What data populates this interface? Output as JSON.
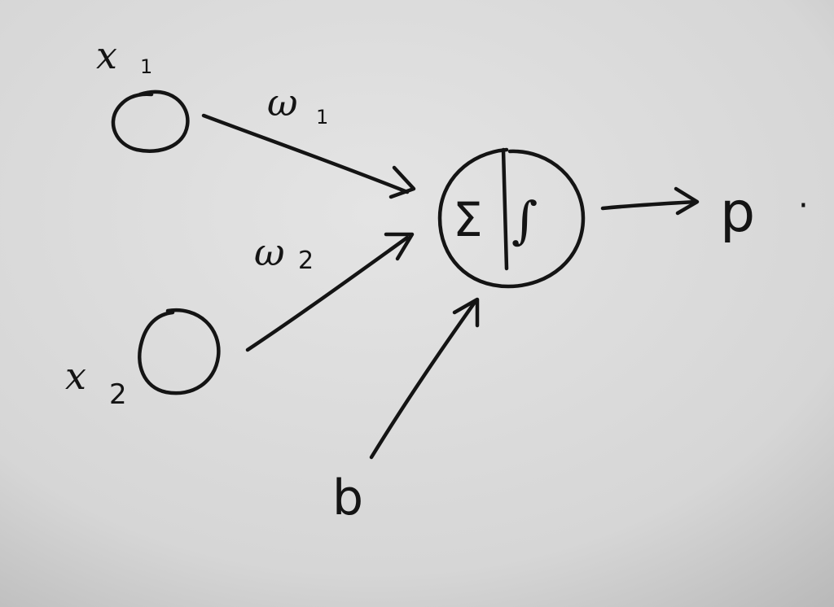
{
  "diagram": {
    "inputs": [
      {
        "label": "x",
        "subscript": "1",
        "weight": "ω",
        "weight_subscript": "1"
      },
      {
        "label": "x",
        "subscript": "2",
        "weight": "ω",
        "weight_subscript": "2"
      }
    ],
    "bias": {
      "label": "b"
    },
    "neuron": {
      "sum_symbol": "Σ",
      "activation_symbol": "∫"
    },
    "output": {
      "label": "p",
      "trailing_mark": "·"
    }
  },
  "colors": {
    "paper": "#d9d9d9",
    "ink": "#141414"
  }
}
